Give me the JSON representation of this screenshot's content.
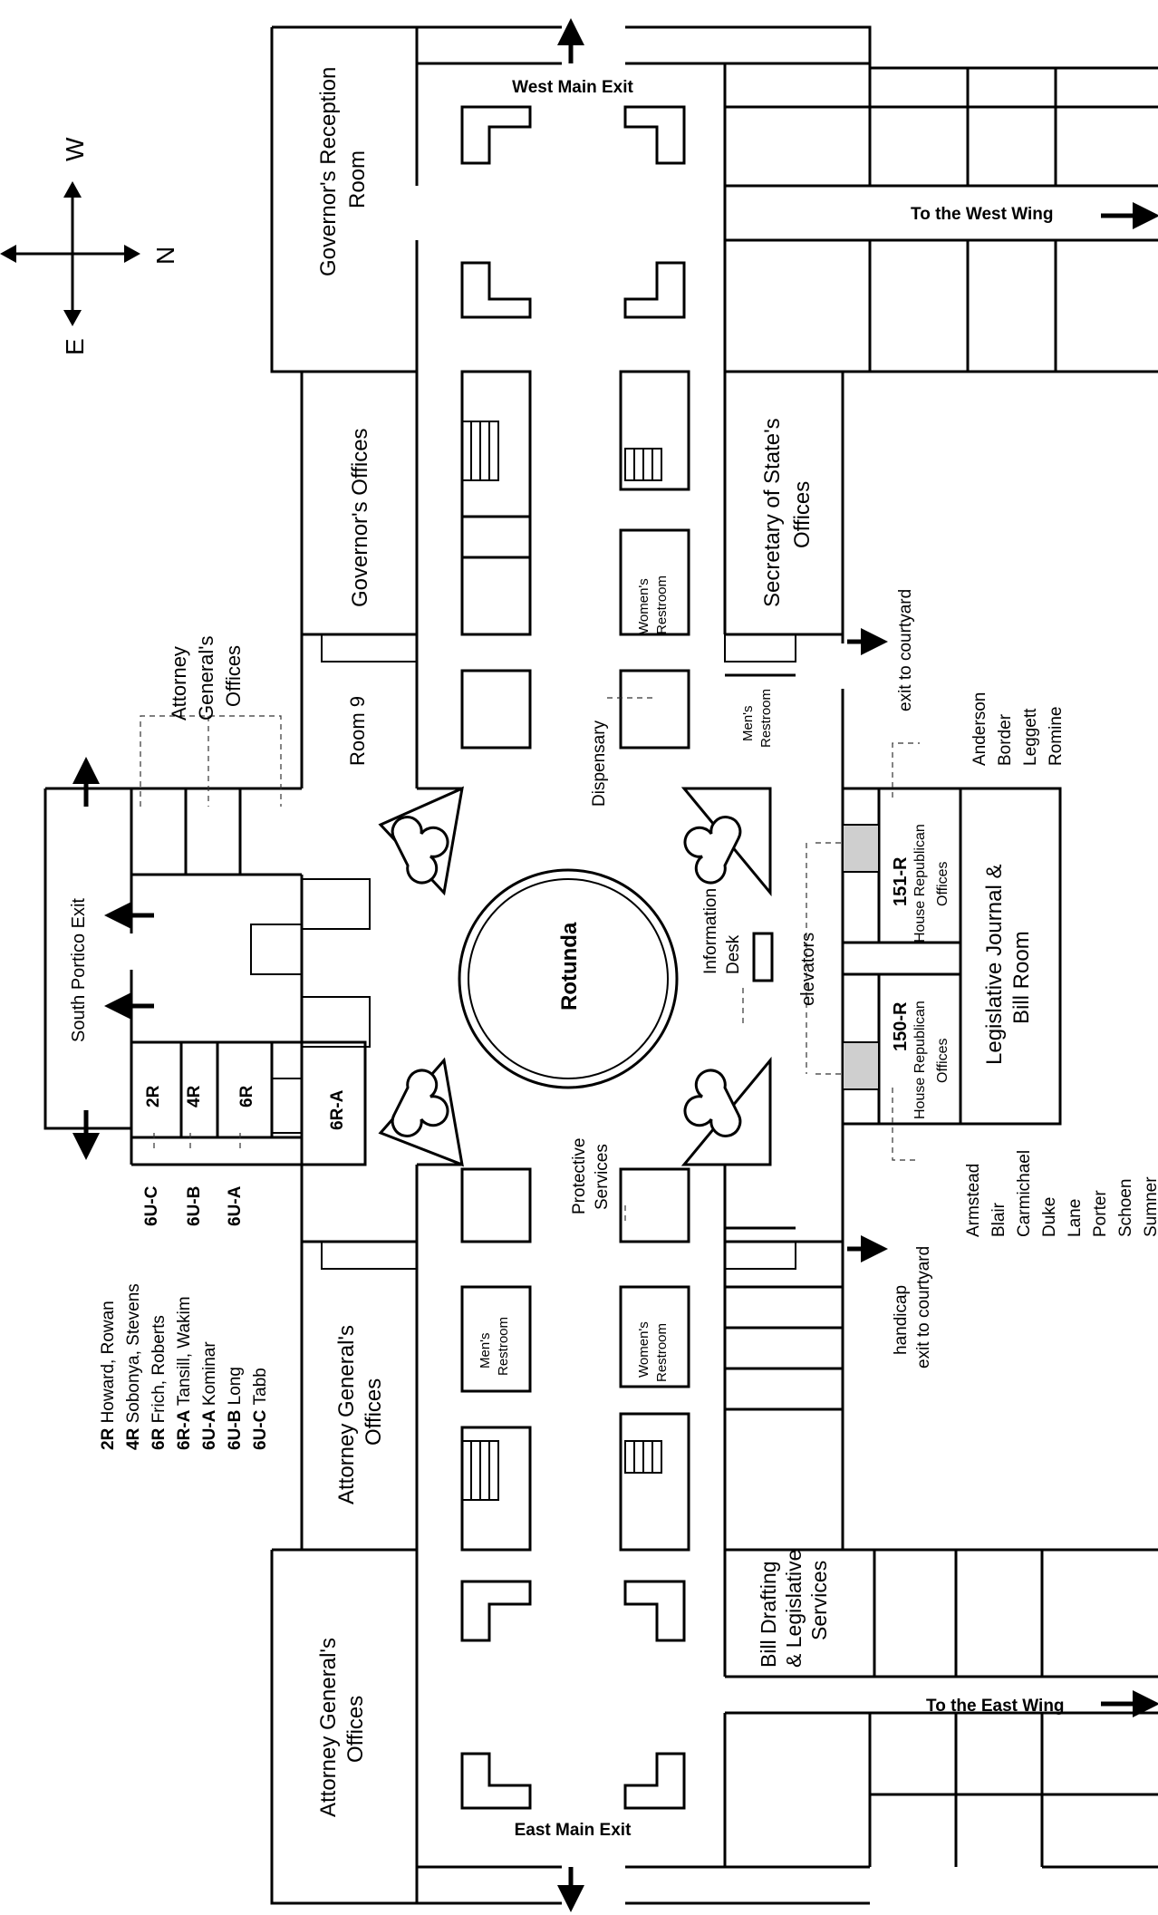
{
  "compass": {
    "west": "W",
    "north": "N",
    "east": "E"
  },
  "exits": {
    "west_main": "West Main Exit",
    "east_main": "East Main Exit",
    "to_west_wing": "To the West Wing",
    "to_east_wing": "To the East Wing",
    "south_portico": "South Portico Exit",
    "exit_to_courtyard": "exit to courtyard",
    "handicap_line1": "handicap",
    "handicap_line2": "exit to courtyard"
  },
  "rooms": {
    "governors_reception_1": "Governor's Reception",
    "governors_reception_2": "Room",
    "governors_offices": "Governor's Offices",
    "secretary_of_state_1": "Secretary of State's",
    "secretary_of_state_2": "Offices",
    "womens_restroom_1": "Women's",
    "womens_restroom_2": "Restroom",
    "mens_restroom_1": "Men's",
    "mens_restroom_2": "Restroom",
    "room9": "Room 9",
    "ag_top_1": "Attorney",
    "ag_top_2": "General's",
    "ag_top_3": "Offices",
    "dispensary": "Dispensary",
    "rotunda": "Rotunda",
    "info_desk_1": "Information",
    "info_desk_2": "Desk",
    "elevators": "elevators",
    "r151": "151-R",
    "r150": "150-R",
    "house_rep_1": "House Republican",
    "house_rep_2": "Offices",
    "leg_journal_1": "Legislative Journal &",
    "leg_journal_2": "Bill Room",
    "protective_1": "Protective",
    "protective_2": "Services",
    "ag_lower_1": "Attorney General's",
    "ag_lower_2": "Offices",
    "ag_bottom_1": "Attorney General's",
    "ag_bottom_2": "Offices",
    "bill_drafting_1": "Bill Drafting",
    "bill_drafting_2": "& Legislative",
    "bill_drafting_3": "Services",
    "r2R": "2R",
    "r4R": "4R",
    "r6R": "6R",
    "r6RA": "6R-A",
    "r6UC": "6U-C",
    "r6UB": "6U-B",
    "r6UA": "6U-A"
  },
  "names_151R": [
    "Anderson",
    "Border",
    "Leggett",
    "Romine"
  ],
  "names_150R": [
    "Armstead",
    "Blair",
    "Carmichael",
    "Duke",
    "Lane",
    "Porter",
    "Schoen",
    "Sumner"
  ],
  "legend": [
    {
      "room": "2R",
      "names": "Howard, Rowan"
    },
    {
      "room": "4R",
      "names": "Sobonya, Stevens"
    },
    {
      "room": "6R",
      "names": "Frich, Roberts"
    },
    {
      "room": "6R-A",
      "names": "Tansill, Wakim"
    },
    {
      "room": "6U-A",
      "names": "Kominar"
    },
    {
      "room": "6U-B",
      "names": "Long"
    },
    {
      "room": "6U-C",
      "names": "Tabb"
    }
  ]
}
